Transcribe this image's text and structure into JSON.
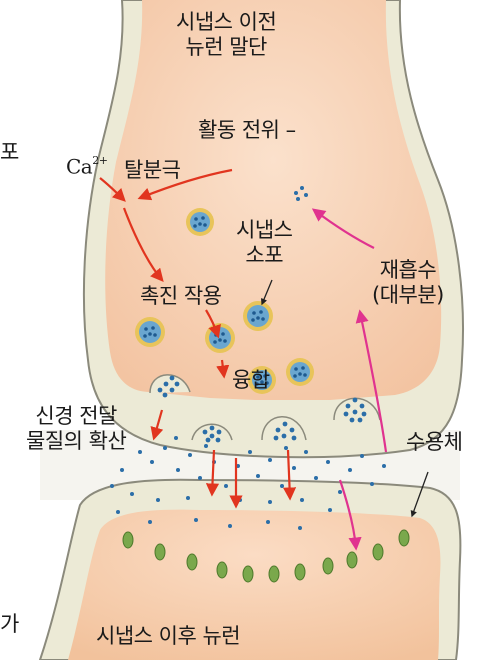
{
  "labels": {
    "presynaptic": [
      "시냅스 이전",
      "뉴런 말단"
    ],
    "action_potential": "활동 전위 –",
    "ca_ion": "Ca",
    "ca_charge": "2+",
    "depolarization": "탈분극",
    "vesicle": [
      "시냅스",
      "소포"
    ],
    "reuptake": [
      "재흡수",
      "(대부분)"
    ],
    "exocytosis": "촉진 작용",
    "fusion": "융합",
    "diffusion": [
      "신경 전달",
      "물질의 확산"
    ],
    "receptor": "수용체",
    "postsynaptic": "시냅스 이후 뉴런",
    "edge_top": "포",
    "edge_bottom": "가"
  },
  "colors": {
    "cytoplasm": "#f7d2b4",
    "membrane": "#ecead6",
    "vesicle_ring": "#e8c45a",
    "vesicle_fill": "#6aa6cf",
    "transmitter": "#2b6ea8",
    "receptor": "#7aa84c",
    "red_arrow": "#e1351f",
    "pink_arrow": "#e0338f"
  }
}
